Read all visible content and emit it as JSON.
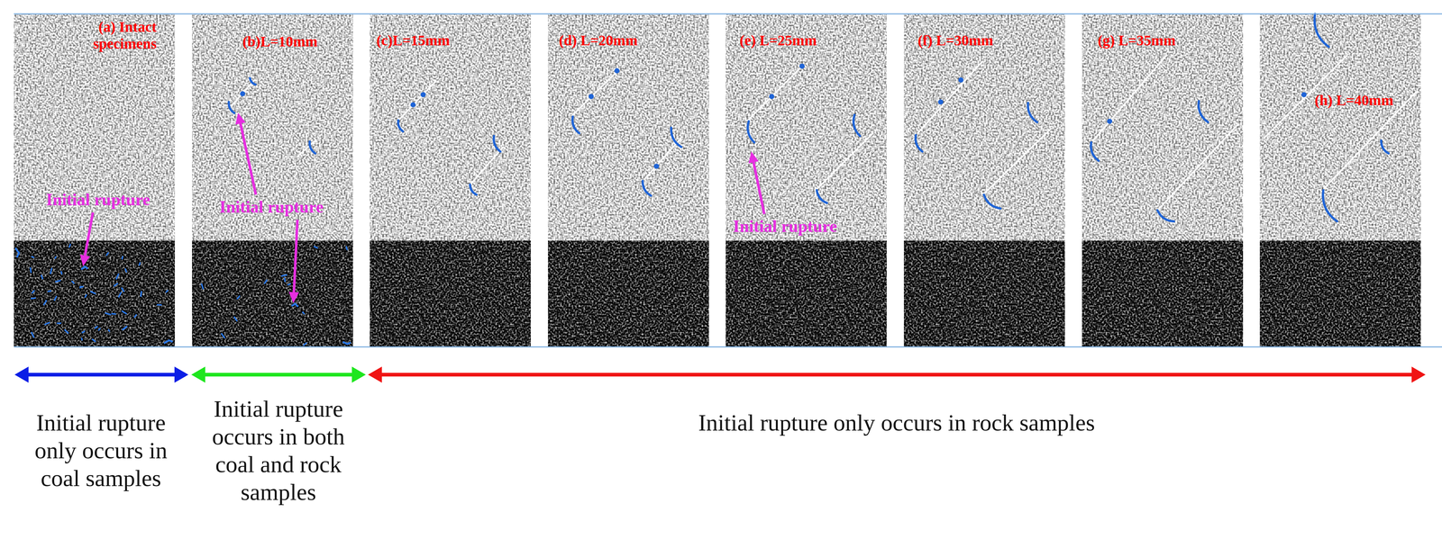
{
  "diagram": {
    "nodes": [
      {
        "text": [
          "(a) Intact specimens",
          "Initial rupture"
        ]
      },
      {
        "text": [
          "(b)L=10mm",
          "Initial rupture"
        ]
      },
      {
        "text": [
          "(c)L=15mm"
        ]
      },
      {
        "text": [
          "(d) L=20mm"
        ]
      },
      {
        "text": [
          "(e) L=25mm",
          "Initial rupture"
        ]
      },
      {
        "text": [
          "(f) L=30mm"
        ]
      },
      {
        "text": [
          "(g) L=35mm"
        ]
      },
      {
        "text": [
          "(h) L=40mm"
        ]
      }
    ],
    "labels": [
      "Initial rupture only occurs in coal samples",
      "Initial rupture occurs in both coal and rock samples",
      "Initial rupture only occurs in rock samples"
    ]
  }
}
